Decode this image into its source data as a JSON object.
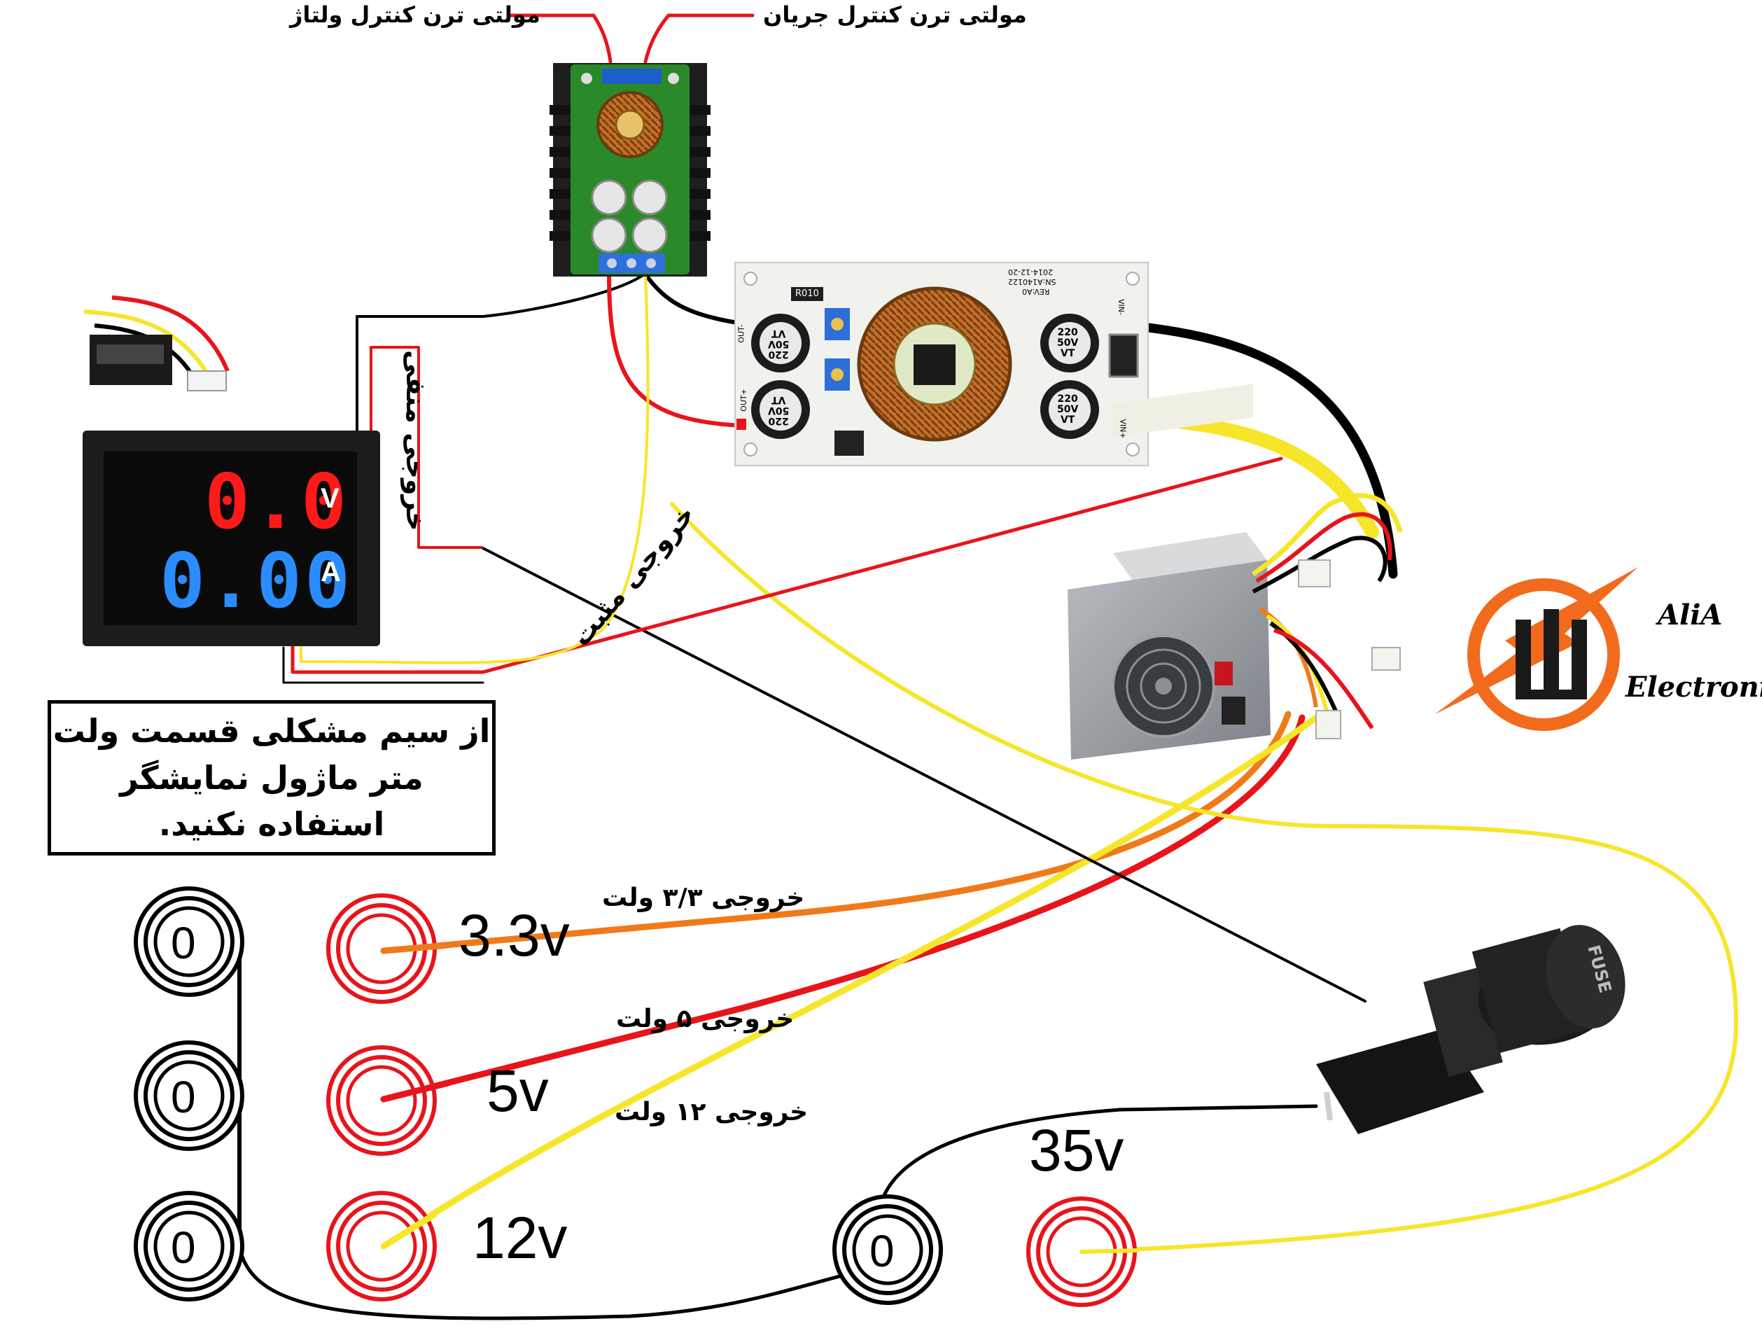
{
  "labels": {
    "voltage_pot": "مولتی ترن کنترل ولتاژ",
    "current_pot": "مولتی ترن کنترل جریان",
    "negative_out": "خروجی منفی",
    "positive_out": "خروجی مثبت",
    "out_3v3": "خروجی ۳/۳ ولت",
    "out_5v": "خروجی ۵ ولت",
    "out_12v": "خروجی ۱۲ ولت",
    "warning": "از سیم مشکلی قسمت ولت متر ماژول نمایشگر استفاده نکنید."
  },
  "voltages": {
    "v3_3": "3.3v",
    "v5": "5v",
    "v12": "12v",
    "v35": "35v"
  },
  "terminal_mark": "0",
  "meter": {
    "voltage": "0.0",
    "current": "0.00",
    "v_unit": "V",
    "a_unit": "A"
  },
  "boost_board": {
    "cap_value": "220",
    "cap_rating": "50V",
    "cap_type": "VT",
    "resistor": "R010",
    "pin_vin_minus": "VIN-",
    "pin_vin_plus": "VIN+",
    "pin_out_minus": "OUT-",
    "pin_out_plus": "OUT+",
    "date_code": "2014-12-20",
    "serial": "SN:A140122",
    "rev": "REV:A0"
  },
  "fuse_text": "FUSE",
  "logo": {
    "line1": "AliA",
    "line2": "ElectroniC"
  },
  "colors": {
    "wire_red": "#e8141b",
    "wire_black": "#000000",
    "wire_yellow": "#f7e52a",
    "wire_orange": "#f07a1a",
    "logo_orange": "#f26b1d",
    "seg_red": "#ff1a1a",
    "seg_blue": "#2a8cff"
  }
}
